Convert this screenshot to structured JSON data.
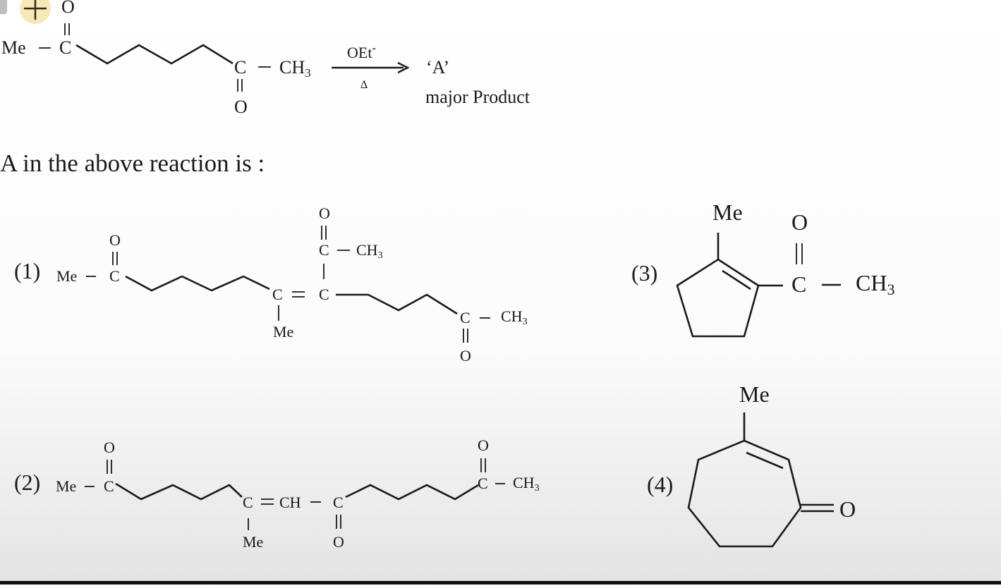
{
  "reaction": {
    "reactant": {
      "me": "Me",
      "c1": "C",
      "o1": "O",
      "c2": "C",
      "o2": "O",
      "ch3": "CH",
      "ch3_sub": "3"
    },
    "reagent": "OEt",
    "reagent_charge": "-",
    "condition": "Δ",
    "product": "‘A’",
    "product_note": "major Product"
  },
  "question": "A in the above reaction is :",
  "options": [
    {
      "label": "(1)",
      "me": "Me",
      "c": "C",
      "o": "O",
      "ch3": "CH",
      "sub": "3",
      "eq": "="
    },
    {
      "label": "(2)",
      "me": "Me",
      "c": "C",
      "o": "O",
      "ch": "CH",
      "ch3": "CH",
      "sub": "3",
      "eq": "="
    },
    {
      "label": "(3)",
      "me": "Me",
      "c": "C",
      "o": "O",
      "ch3": "CH",
      "sub": "3"
    },
    {
      "label": "(4)",
      "me": "Me",
      "o": "O"
    }
  ]
}
